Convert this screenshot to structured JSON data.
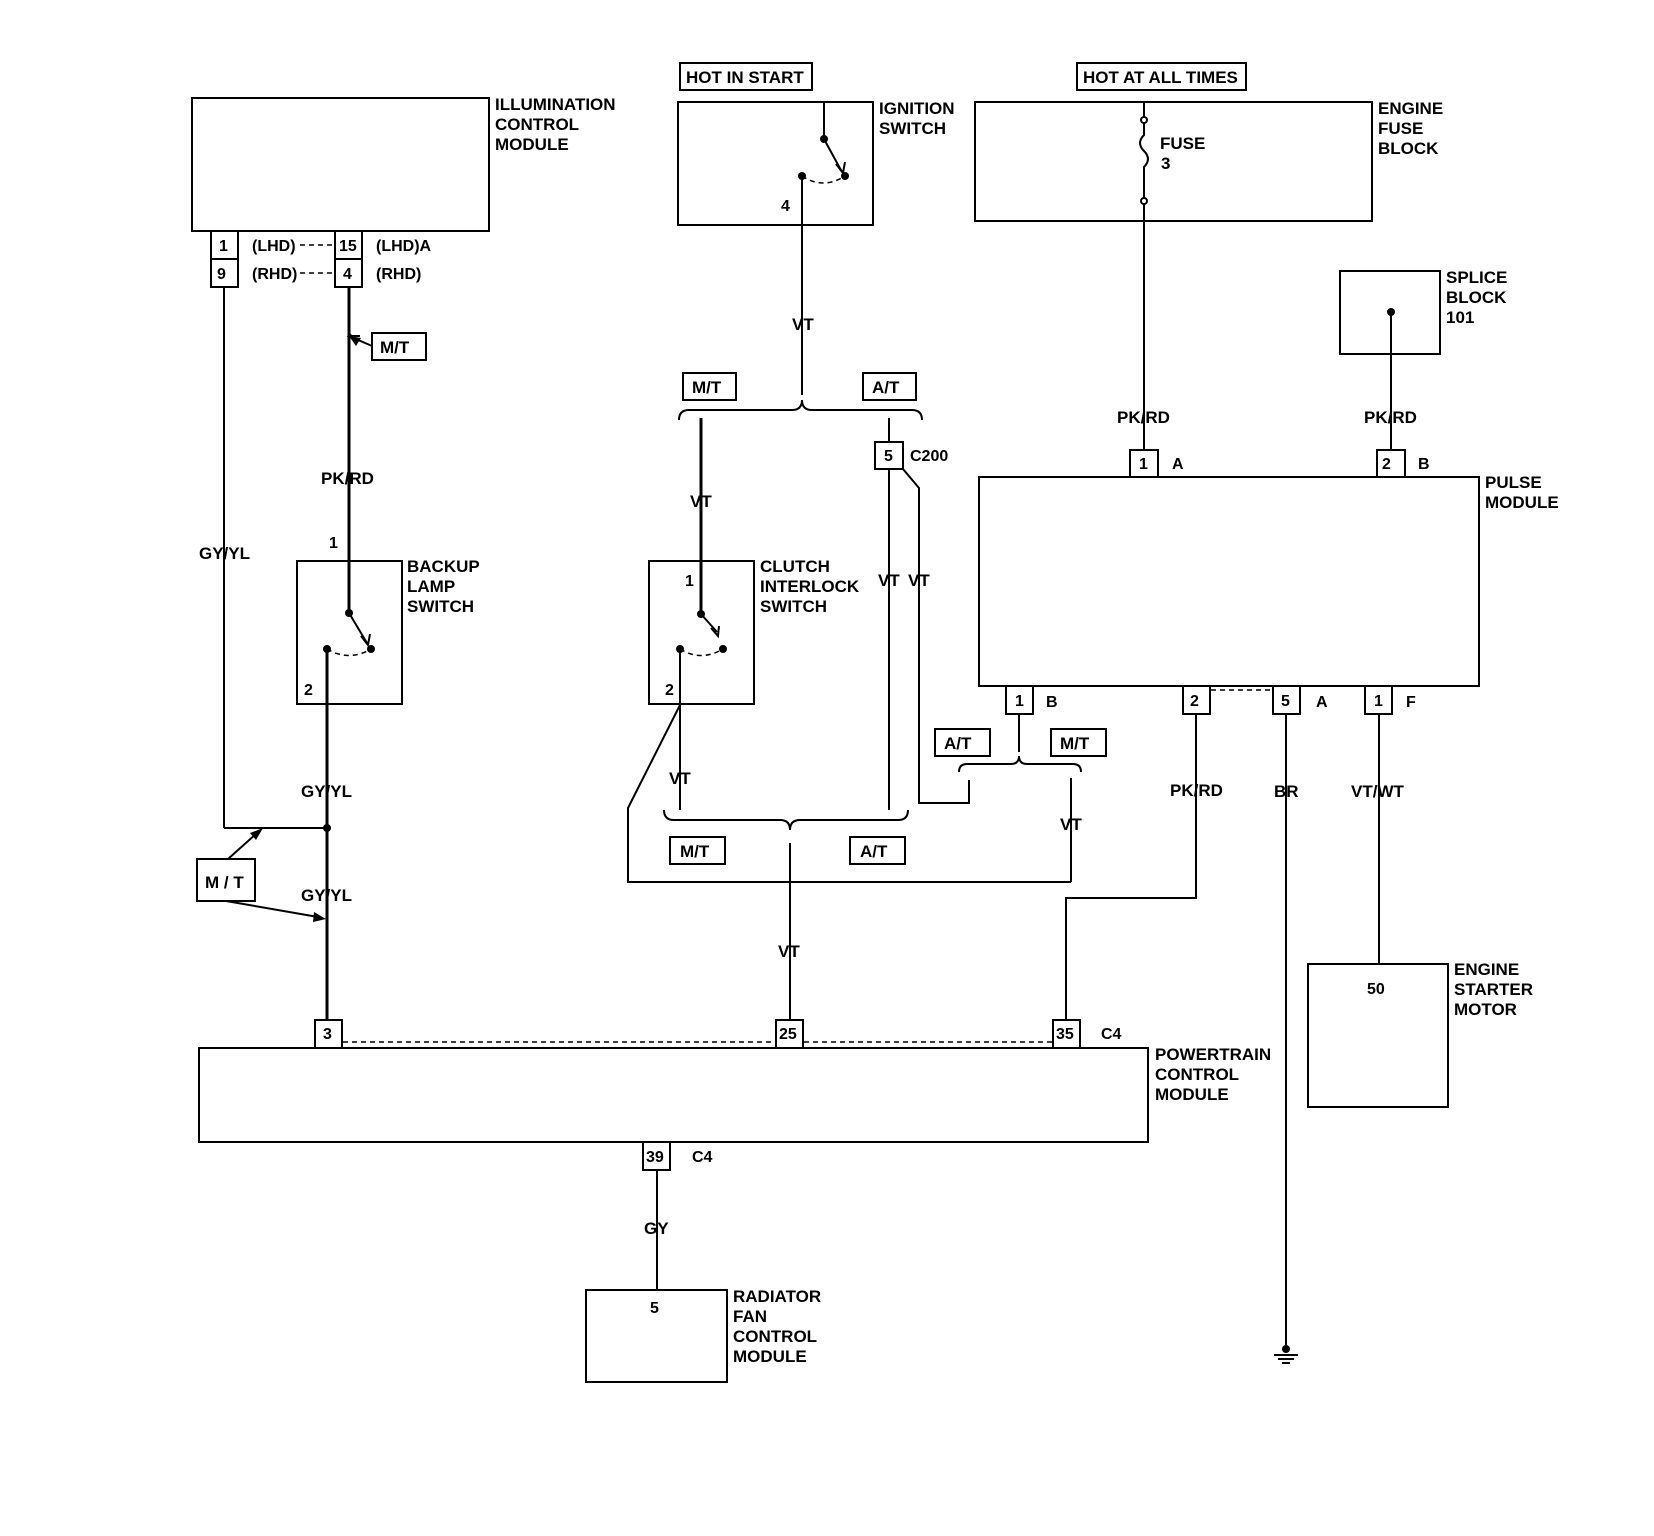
{
  "components": {
    "illumination_control_module": [
      "ILLUMINATION",
      "CONTROL",
      "MODULE"
    ],
    "ignition_switch": [
      "IGNITION",
      "SWITCH"
    ],
    "engine_fuse_block": [
      "ENGINE",
      "FUSE",
      "BLOCK"
    ],
    "fuse_label": [
      "FUSE",
      "3"
    ],
    "splice_block": [
      "SPLICE",
      "BLOCK",
      "101"
    ],
    "pulse_module": [
      "PULSE",
      "MODULE"
    ],
    "backup_lamp_switch": [
      "BACKUP",
      "LAMP",
      "SWITCH"
    ],
    "clutch_interlock_switch": [
      "CLUTCH",
      "INTERLOCK",
      "SWITCH"
    ],
    "engine_starter_motor": [
      "ENGINE",
      "STARTER",
      "MOTOR"
    ],
    "powertrain_control_module": [
      "POWERTRAIN",
      "CONTROL",
      "MODULE"
    ],
    "radiator_fan_control_module": [
      "RADIATOR",
      "FAN",
      "CONTROL",
      "MODULE"
    ]
  },
  "power_labels": {
    "hot_in_start": "HOT IN START",
    "hot_at_all_times": "HOT AT ALL TIMES"
  },
  "pins": {
    "icm_1": "1",
    "icm_9": "9",
    "icm_15": "15",
    "icm_4": "4",
    "icm_lhd": "(LHD)",
    "icm_rhd": "(RHD)",
    "icm_lhd_a": "(LHD)A",
    "icm_rhd_b": "(RHD)",
    "ign_4": "4",
    "c200_pin": "5",
    "c200": "C200",
    "pulse_1a": "1",
    "pulse_1a_letter": "A",
    "pulse_2b": "2",
    "pulse_2b_letter": "B",
    "pulse_1b": "1",
    "pulse_1b_letter": "B",
    "pulse_2": "2",
    "pulse_5a": "5",
    "pulse_5a_letter": "A",
    "pulse_1f": "1",
    "pulse_1f_letter": "F",
    "backup_1": "1",
    "backup_2": "2",
    "clutch_1": "1",
    "clutch_2": "2",
    "pcm_3": "3",
    "pcm_25": "25",
    "pcm_35": "35",
    "pcm_c4": "C4",
    "pcm_39": "39",
    "pcm_c4_bottom": "C4",
    "starter_50": "50",
    "radiator_5": "5"
  },
  "wires": {
    "vt_ign": "VT",
    "pk_rd_fuse": "PK/RD",
    "pk_rd_splice": "PK/RD",
    "pk_rd_icm": "PK/RD",
    "gy_yl_icm": "GY/YL",
    "vt_clutch_in": "VT",
    "vt_at_1": "VT",
    "vt_at_2": "VT",
    "gy_yl_backup": "GY/YL",
    "gy_yl_pcm": "GY/YL",
    "vt_clutch_out": "VT",
    "vt_pcm": "VT",
    "vt_mt_right": "VT",
    "pk_rd_pulse": "PK/RD",
    "br_ground": "BR",
    "vt_wt": "VT/WT",
    "gy_radiator": "GY"
  },
  "options": {
    "mt_icm": "M/T",
    "mt_top": "M/T",
    "at_top": "A/T",
    "at_pulse": "A/T",
    "mt_pulse": "M/T",
    "mt_bottom": "M/T",
    "at_bottom": "A/T",
    "mt_left": "M / T"
  }
}
